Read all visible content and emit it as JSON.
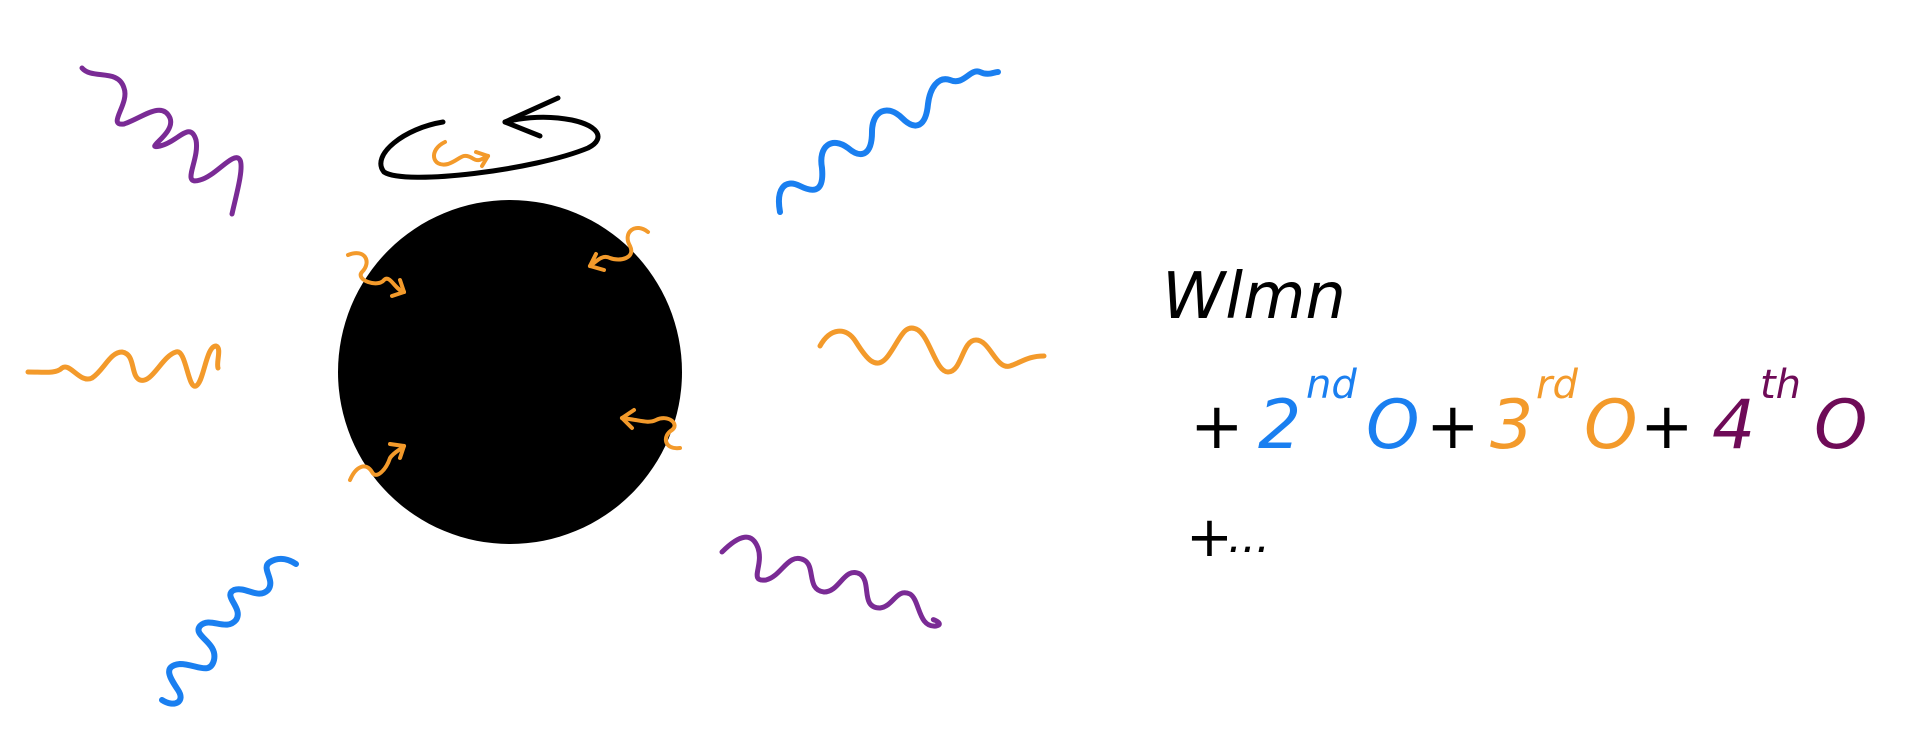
{
  "colors": {
    "black": "#000000",
    "orange": "#f39a2b",
    "blue": "#1a7ff0",
    "purple": "#7a2b95",
    "maroon": "#6e0b57"
  },
  "equation": {
    "line1": {
      "lead": "Wlmn"
    },
    "line2": {
      "plus1": "+",
      "term1_base": "2",
      "term1_sup": "nd",
      "term1_o": "O",
      "plus2": "+",
      "term2_base": "3",
      "term2_sup": "rd",
      "term2_o": "O",
      "plus3": "+",
      "term3_base": "4",
      "term3_sup": "th",
      "term3_o": "O"
    },
    "line3": {
      "plus": "+",
      "ellipsis": "..."
    }
  }
}
